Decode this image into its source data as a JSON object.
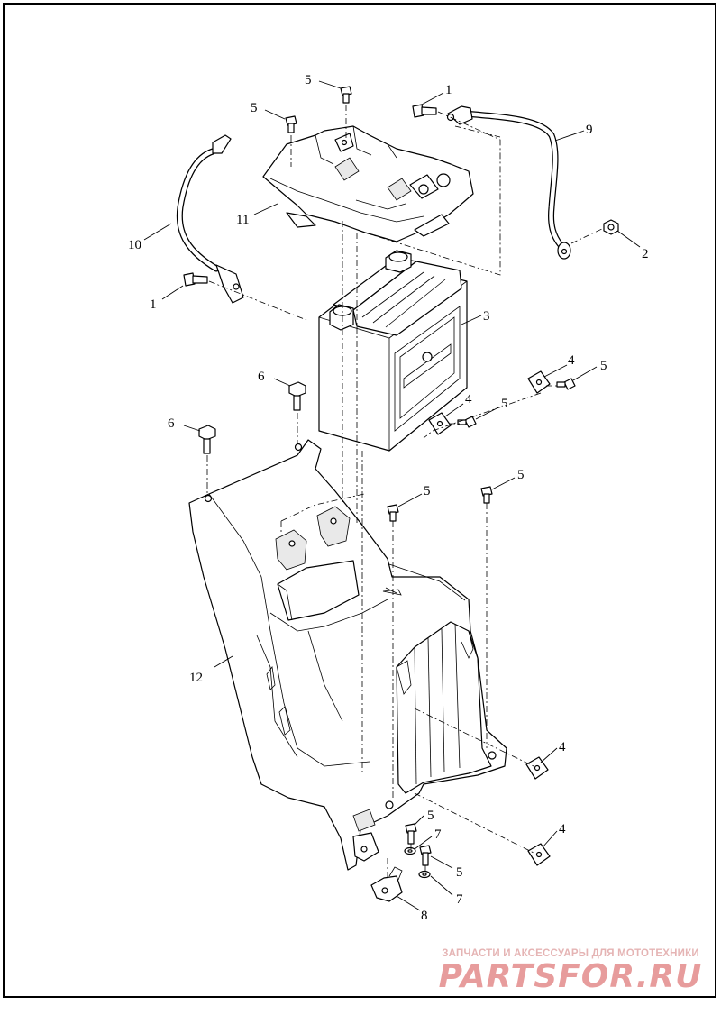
{
  "callouts": {
    "c1a": "1",
    "c1b": "1",
    "c2": "2",
    "c3": "3",
    "c4a": "4",
    "c4b": "4",
    "c4c": "4",
    "c4d": "4",
    "c5a": "5",
    "c5b": "5",
    "c5c": "5",
    "c5d": "5",
    "c5e": "5",
    "c5f": "5",
    "c5g": "5",
    "c5h": "5",
    "c6a": "6",
    "c6b": "6",
    "c7a": "7",
    "c7b": "7",
    "c8": "8",
    "c9": "9",
    "c10": "10",
    "c11": "11",
    "c12": "12"
  },
  "watermark": {
    "tagline": "ЗАПЧАСТИ И АКСЕССУАРЫ ДЛЯ МОТОТЕХНИКИ",
    "logo": "PARTSFOR.RU"
  }
}
